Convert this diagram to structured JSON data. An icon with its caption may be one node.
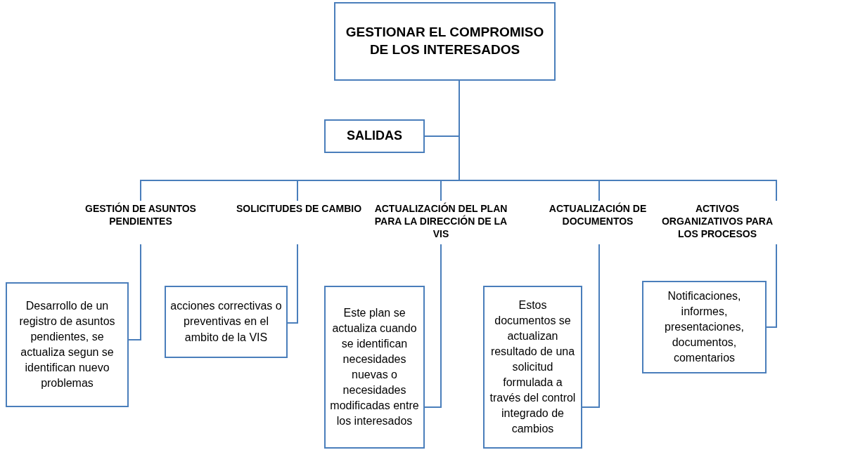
{
  "diagram": {
    "nodes": [
      {
        "text": [
          "GESTIONAR EL COMPROMISO DE LOS INTERESADOS"
        ]
      },
      {
        "text": [
          "SALIDAS"
        ]
      },
      {
        "text": [
          "GESTIÓN DE ASUNTOS PENDIENTES"
        ]
      },
      {
        "text": [
          "SOLICITUDES DE CAMBIO"
        ]
      },
      {
        "text": [
          "ACTUALIZACIÓN DEL PLAN PARA LA DIRECCIÓN DE LA VIS"
        ]
      },
      {
        "text": [
          "ACTUALIZACIÓN DE DOCUMENTOS"
        ]
      },
      {
        "text": [
          "ACTIVOS ORGANIZATIVOS PARA LOS PROCESOS"
        ]
      },
      {
        "text": [
          "Desarrollo de un registro de asuntos pendientes, se actualiza segun se identifican nuevo problemas"
        ]
      },
      {
        "text": [
          "acciones correctivas o preventivas en el ambito de la VIS"
        ]
      },
      {
        "text": [
          "Este plan se actualiza cuando se identifican necesidades nuevas o necesidades modificadas entre los interesados"
        ]
      },
      {
        "text": [
          "Estos documentos se actualizan resultado de una solicitud formulada a través del control integrado de cambios"
        ]
      },
      {
        "text": [
          "Notificaciones, informes, presentaciones, documentos, comentarios"
        ]
      }
    ],
    "edges": [
      {
        "from": 0,
        "to": 1,
        "arrow": "none"
      },
      {
        "from": 0,
        "to": 2,
        "arrow": "none"
      },
      {
        "from": 0,
        "to": 3,
        "arrow": "none"
      },
      {
        "from": 0,
        "to": 4,
        "arrow": "none"
      },
      {
        "from": 0,
        "to": 5,
        "arrow": "none"
      },
      {
        "from": 0,
        "to": 6,
        "arrow": "none"
      },
      {
        "from": 2,
        "to": 7,
        "arrow": "none"
      },
      {
        "from": 3,
        "to": 8,
        "arrow": "none"
      },
      {
        "from": 4,
        "to": 9,
        "arrow": "none"
      },
      {
        "from": 5,
        "to": 10,
        "arrow": "none"
      },
      {
        "from": 6,
        "to": 11,
        "arrow": "none"
      }
    ]
  }
}
